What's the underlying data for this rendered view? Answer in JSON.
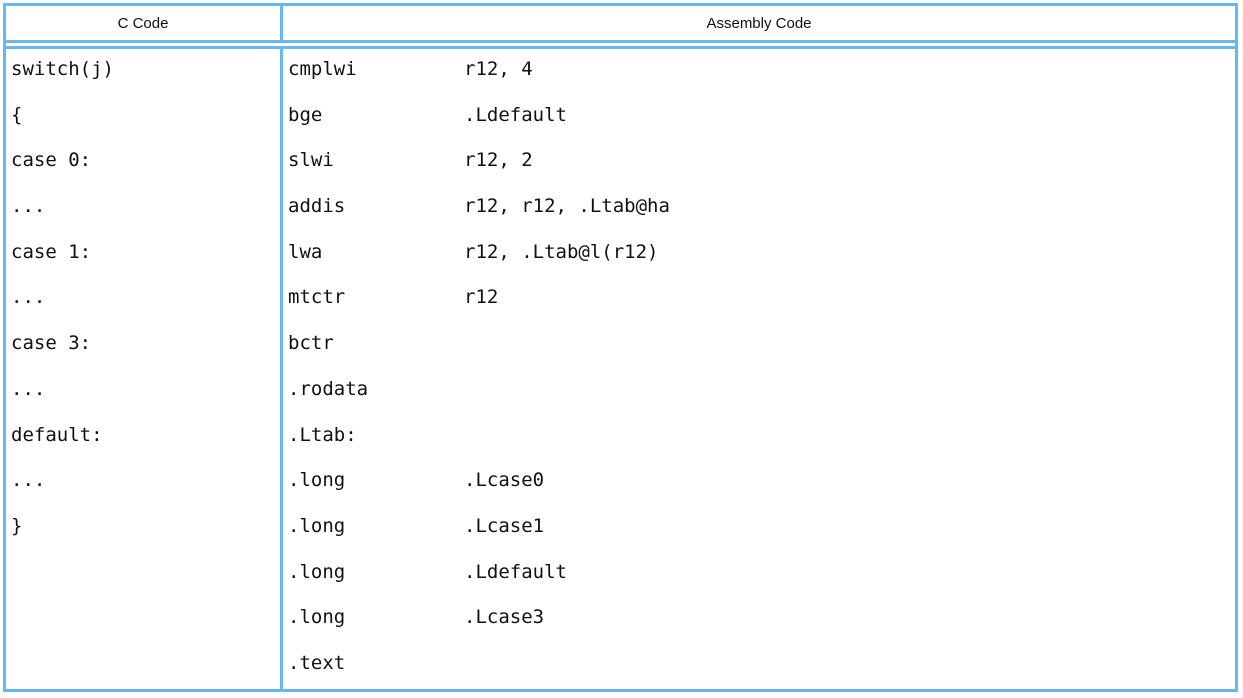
{
  "colors": {
    "border_blue": "#68b7f2",
    "text": "#111111",
    "background": "#ffffff"
  },
  "table": {
    "header": {
      "c_col_label": "C Code",
      "asm_col_label": "Assembly Code"
    },
    "c_code_lines": [
      "switch(j)",
      "{",
      "case 0:",
      "...",
      "case 1:",
      "...",
      "case 3:",
      "...",
      "default:",
      "...",
      "}"
    ],
    "assembly_lines": [
      {
        "mnemonic": "cmplwi",
        "operands": "r12, 4"
      },
      {
        "mnemonic": "bge",
        "operands": ".Ldefault"
      },
      {
        "mnemonic": "slwi",
        "operands": "r12, 2"
      },
      {
        "mnemonic": "addis",
        "operands": "r12, r12, .Ltab@ha"
      },
      {
        "mnemonic": "lwa",
        "operands": "r12, .Ltab@l(r12)"
      },
      {
        "mnemonic": "mtctr",
        "operands": "r12"
      },
      {
        "mnemonic": "bctr",
        "operands": ""
      },
      {
        "mnemonic": ".rodata",
        "operands": ""
      },
      {
        "mnemonic": ".Ltab:",
        "operands": ""
      },
      {
        "mnemonic": ".long",
        "operands": ".Lcase0"
      },
      {
        "mnemonic": ".long",
        "operands": ".Lcase1"
      },
      {
        "mnemonic": ".long",
        "operands": ".Ldefault"
      },
      {
        "mnemonic": ".long",
        "operands": ".Lcase3"
      },
      {
        "mnemonic": ".text",
        "operands": ""
      }
    ]
  }
}
